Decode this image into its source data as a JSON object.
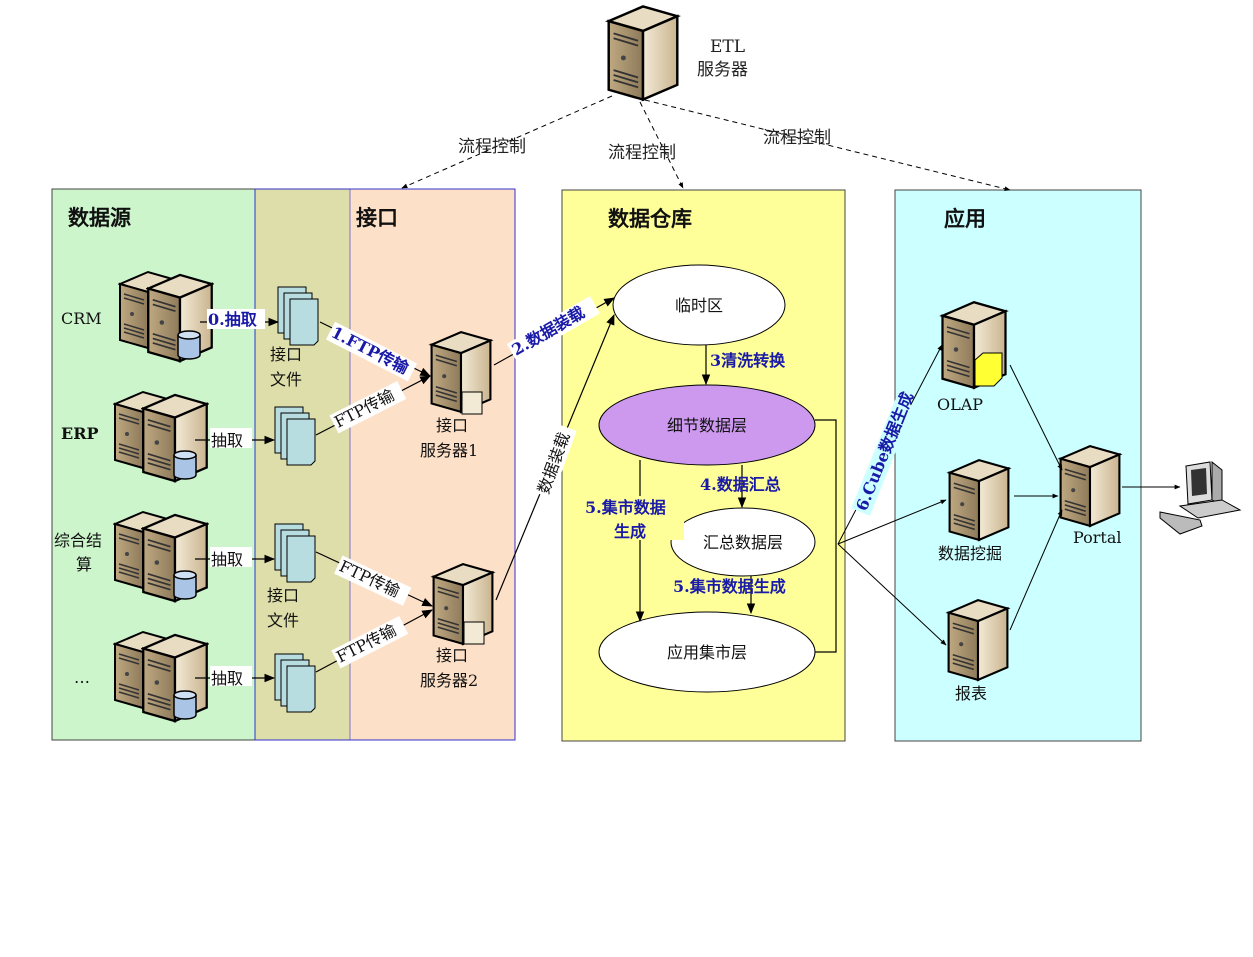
{
  "etl": {
    "line1": "ETL",
    "line2": "服务器",
    "control_label": "流程控制"
  },
  "panels": {
    "source": {
      "title": "数据源",
      "color": "#ccf5cc"
    },
    "interface": {
      "title": "接口",
      "file_color": "#dedeaa",
      "server_color": "#fde0c8",
      "border": "#3333cc"
    },
    "warehouse": {
      "title": "数据仓库",
      "color": "#ffff99"
    },
    "application": {
      "title": "应用",
      "color": "#ccffff"
    }
  },
  "sources": [
    {
      "name": "CRM",
      "extract": "0.抽取"
    },
    {
      "name": "ERP",
      "extract": "抽取"
    },
    {
      "name_line1": "综合结",
      "name_line2": "算",
      "extract": "抽取"
    },
    {
      "name": "…",
      "extract": "抽取"
    }
  ],
  "interface": {
    "file_line1": "接口",
    "file_line2": "文件",
    "server1_line1": "接口",
    "server1_line2": "服务器1",
    "server2_line1": "接口",
    "server2_line2": "服务器2",
    "ftp_step": "1.FTP传输",
    "ftp": "FTP传输"
  },
  "warehouse": {
    "staging": "临时区",
    "detail": "细节数据层",
    "summary": "汇总数据层",
    "mart": "应用集市层",
    "detail_color": "#cc99ee",
    "load_step": "2.数据装载",
    "load": "数据装载",
    "clean": "3清洗转换",
    "aggregate": "4.数据汇总",
    "mart_gen_line1": "5.集市数据",
    "mart_gen_line2": "生成",
    "mart_gen": "5.集市数据生成"
  },
  "application": {
    "olap": "OLAP",
    "mining": "数据挖掘",
    "report": "报表",
    "portal": "Portal",
    "cube": "6.Cube数据生成"
  }
}
